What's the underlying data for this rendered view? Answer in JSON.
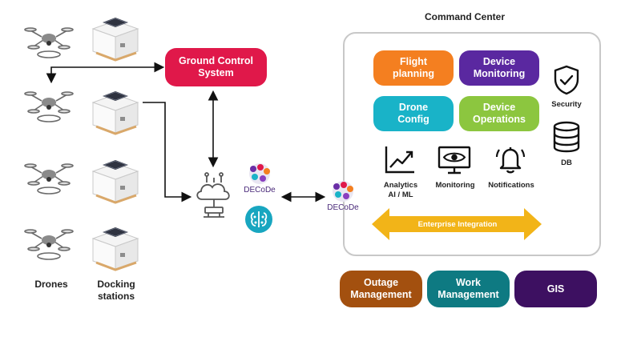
{
  "title": "Command Center",
  "gcs_label": "Ground Control\nSystem",
  "modules": {
    "flight_planning": "Flight\nplanning",
    "device_monitoring": "Device\nMonitoring",
    "drone_config": "Drone\nConfig",
    "device_operations": "Device\nOperations"
  },
  "features": {
    "analytics": "Analytics\nAI / ML",
    "monitoring": "Monitoring",
    "notifications": "Notifications",
    "security": "Security",
    "db": "DB"
  },
  "integration_label": "Enterprise Integration",
  "bottom": {
    "outage": "Outage\nManagement",
    "work": "Work\nManagement",
    "gis": "GIS"
  },
  "left_labels": {
    "drones": "Drones",
    "docking": "Docking\nstations"
  },
  "decode_logo_text": "DECoDe",
  "colors": {
    "gcs": "#e0184a",
    "flight_planning": "#f47f20",
    "device_monitoring": "#5a28a0",
    "drone_config": "#19b3c8",
    "device_operations": "#8cc63f",
    "integration": "#f2b418",
    "outage": "#a3500f",
    "work": "#0e7a82",
    "gis": "#3d1061"
  }
}
